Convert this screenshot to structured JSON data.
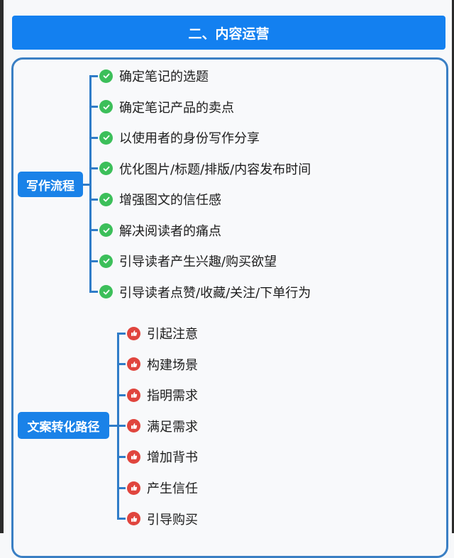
{
  "header": {
    "title": "二、内容运营"
  },
  "colors": {
    "header_bg": "#1380f0",
    "panel_border": "#3a7fc4",
    "node_bg": "#1a82e8",
    "check": "#3cbf5a",
    "thumb": "#e0453e"
  },
  "sections": [
    {
      "label": "写作流程",
      "icon": "check-circle-icon",
      "items": [
        "确定笔记的选题",
        "确定笔记产品的卖点",
        "以使用者的身份写作分享",
        "优化图片/标题/排版/内容发布时间",
        "增强图文的信任感",
        "解决阅读者的痛点",
        "引导读者产生兴趣/购买欲望",
        "引导读者点赞/收藏/关注/下单行为"
      ]
    },
    {
      "label": "文案转化路径",
      "icon": "thumbs-up-icon",
      "items": [
        "引起注意",
        "构建场景",
        "指明需求",
        "满足需求",
        "增加背书",
        "产生信任",
        "引导购买"
      ]
    }
  ]
}
